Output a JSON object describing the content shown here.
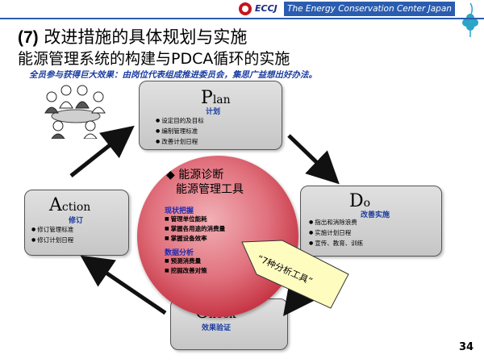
{
  "header": {
    "logo_text": "ECCJ",
    "org_name": "The Energy Conservation Center Japan"
  },
  "title": {
    "number": "(7)",
    "line1": " 改进措施的具体规划与实施",
    "line2": "能源管理系统的构建与PDCA循环的实施"
  },
  "subtitle": "全员参与获得巨大效果：由岗位代表组成推进委员会，集思广益想出好办法。",
  "plan": {
    "big_letter": "P",
    "rest": "lan",
    "sub": "计划",
    "items": [
      "设定目的及目标",
      "编制管理标准",
      "改善计划日程"
    ]
  },
  "do": {
    "big_letter": "D",
    "rest": "o",
    "sub": "改善实施",
    "items": [
      "指出和消除浪费",
      "实施计划日程",
      "宣传、教育、训练"
    ]
  },
  "check": {
    "big_letter": "C",
    "rest": "heck",
    "sub": "效果验证"
  },
  "action": {
    "big_letter": "A",
    "rest": "ction",
    "sub": "修订",
    "items": [
      "修订管理标准",
      "修订计划日程"
    ]
  },
  "center": {
    "heading1": "◆ 能源诊断",
    "heading2": "能源管理工具",
    "section1": "现状把握",
    "items1": [
      "管理单位能耗",
      "掌握各用途的消费量",
      "掌握设备效率"
    ],
    "section2": "数据分析",
    "items2": [
      "预测消费量",
      "挖掘改善对策"
    ]
  },
  "callout": "“7种分析工具”",
  "page_number": "34",
  "colors": {
    "header_blue": "#2a5db0",
    "brand_red": "#c4161c",
    "subtitle_blue": "#1a3ca0",
    "circle_red": "#c22a3a",
    "callout_yellow": "#fffcc0"
  }
}
